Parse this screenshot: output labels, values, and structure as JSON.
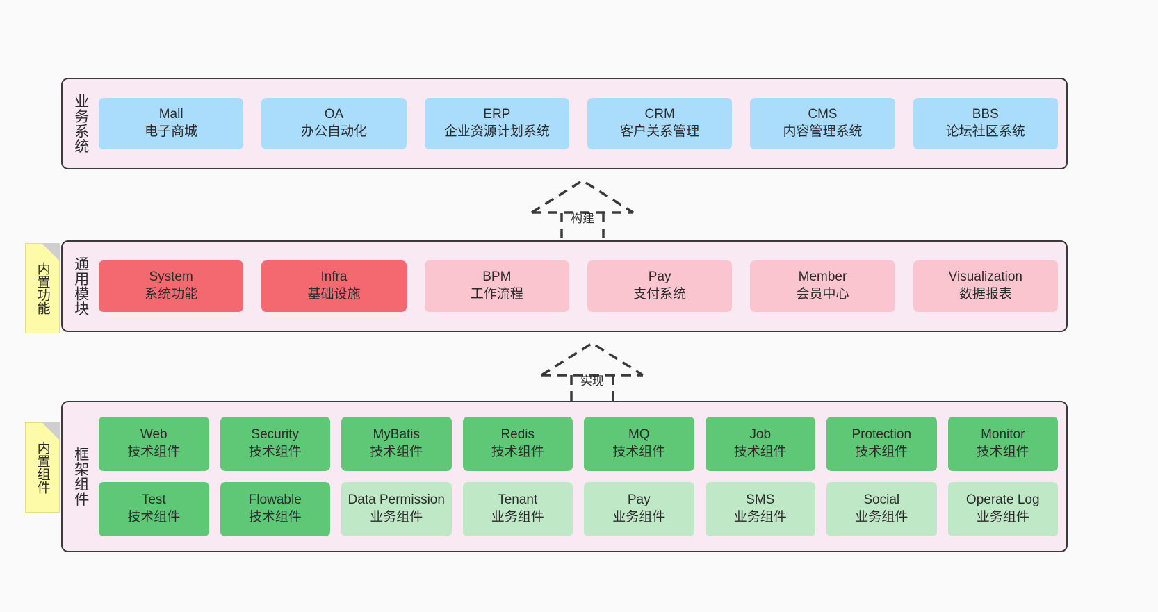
{
  "colors": {
    "canvas": "#fafafa",
    "layer_fill": "#f8e9f3",
    "layer_stroke": "#3a3a3a",
    "blue": "#aadcfc",
    "red": "#f4696f",
    "pink": "#fbc5cf",
    "green": "#5ec877",
    "light_green": "#bfe8c7",
    "note_yellow": "#fdfaa8",
    "note_fold": "#cfcfcf"
  },
  "layers": [
    {
      "id": "business-systems",
      "caption": "业务系统",
      "nodes": [
        {
          "name": "Mall",
          "desc": "电子商城"
        },
        {
          "name": "OA",
          "desc": "办公自动化"
        },
        {
          "name": "ERP",
          "desc": "企业资源计划系统"
        },
        {
          "name": "CRM",
          "desc": "客户关系管理"
        },
        {
          "name": "CMS",
          "desc": "内容管理系统"
        },
        {
          "name": "BBS",
          "desc": "论坛社区系统"
        }
      ]
    },
    {
      "id": "common-modules",
      "caption": "通用模块",
      "note": "内置功能",
      "nodes": [
        {
          "name": "System",
          "desc": "系统功能",
          "tone": "red"
        },
        {
          "name": "Infra",
          "desc": "基础设施",
          "tone": "red"
        },
        {
          "name": "BPM",
          "desc": "工作流程",
          "tone": "pink"
        },
        {
          "name": "Pay",
          "desc": "支付系统",
          "tone": "pink"
        },
        {
          "name": "Member",
          "desc": "会员中心",
          "tone": "pink"
        },
        {
          "name": "Visualization",
          "desc": "数据报表",
          "tone": "pink"
        }
      ]
    },
    {
      "id": "framework-components",
      "caption": "框架组件",
      "note": "内置组件",
      "row1": [
        {
          "name": "Web",
          "desc": "技术组件"
        },
        {
          "name": "Security",
          "desc": "技术组件"
        },
        {
          "name": "MyBatis",
          "desc": "技术组件"
        },
        {
          "name": "Redis",
          "desc": "技术组件"
        },
        {
          "name": "MQ",
          "desc": "技术组件"
        },
        {
          "name": "Job",
          "desc": "技术组件"
        },
        {
          "name": "Protection",
          "desc": "技术组件"
        },
        {
          "name": "Monitor",
          "desc": "技术组件"
        }
      ],
      "row2": [
        {
          "name": "Test",
          "desc": "技术组件",
          "tone": "green"
        },
        {
          "name": "Flowable",
          "desc": "技术组件",
          "tone": "green"
        },
        {
          "name": "Data Permission",
          "desc": "业务组件",
          "tone": "lightgreen"
        },
        {
          "name": "Tenant",
          "desc": "业务组件",
          "tone": "lightgreen"
        },
        {
          "name": "Pay",
          "desc": "业务组件",
          "tone": "lightgreen"
        },
        {
          "name": "SMS",
          "desc": "业务组件",
          "tone": "lightgreen"
        },
        {
          "name": "Social",
          "desc": "业务组件",
          "tone": "lightgreen"
        },
        {
          "name": "Operate Log",
          "desc": "业务组件",
          "tone": "lightgreen"
        }
      ]
    }
  ],
  "arrows": [
    {
      "id": "build",
      "label": "构建"
    },
    {
      "id": "implement",
      "label": "实现"
    }
  ]
}
